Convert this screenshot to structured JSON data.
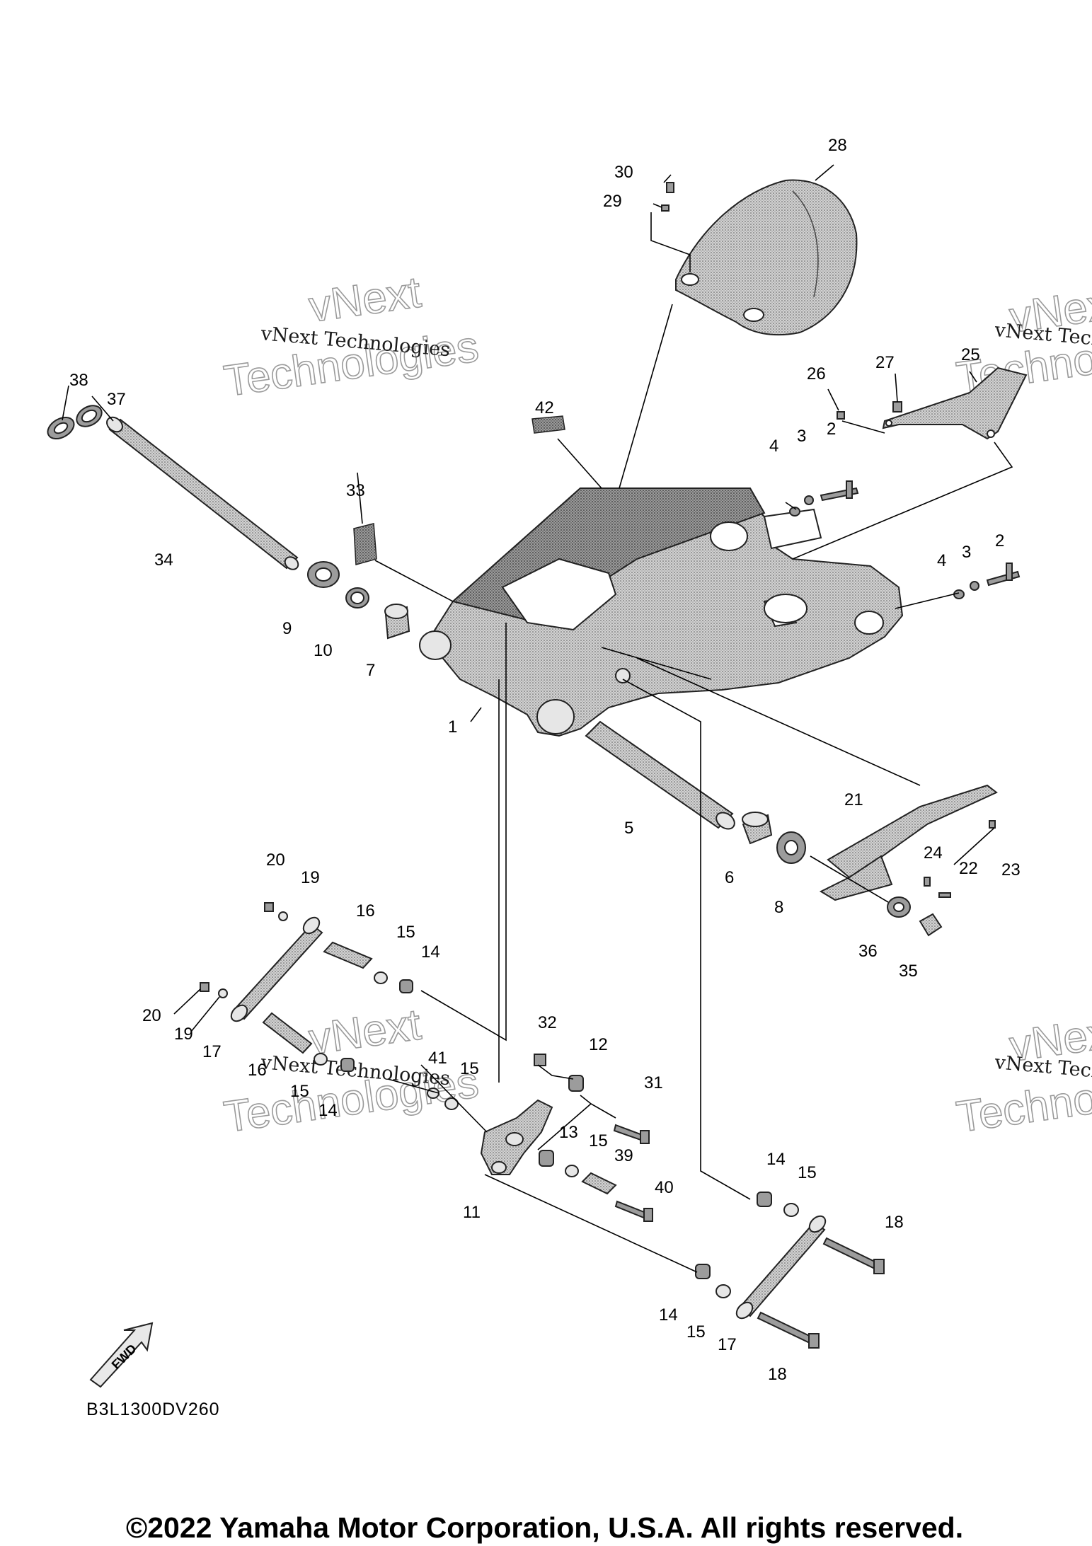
{
  "diagram": {
    "watermark_small": "vNext Technologies",
    "watermark_big_1": "vNext",
    "watermark_big_2": "Technologies",
    "reference_code": "B3L1300DV260",
    "fwd_label": "FWD",
    "copyright": "©2022 Yamaha Motor Corporation, U.S.A. All rights reserved.",
    "callouts": {
      "c1": "1",
      "c2a": "2",
      "c2b": "2",
      "c3a": "3",
      "c3b": "3",
      "c4a": "4",
      "c4b": "4",
      "c5": "5",
      "c6": "6",
      "c7": "7",
      "c8": "8",
      "c9": "9",
      "c10": "10",
      "c11": "11",
      "c12": "12",
      "c13": "13",
      "c14a": "14",
      "c14b": "14",
      "c14c": "14",
      "c14d": "14",
      "c15a": "15",
      "c15b": "15",
      "c15c": "15",
      "c15d": "15",
      "c15e": "15",
      "c15f": "15",
      "c16a": "16",
      "c16b": "16",
      "c17a": "17",
      "c17b": "17",
      "c18a": "18",
      "c18b": "18",
      "c19a": "19",
      "c19b": "19",
      "c20a": "20",
      "c20b": "20",
      "c21": "21",
      "c22": "22",
      "c23": "23",
      "c24": "24",
      "c25": "25",
      "c26": "26",
      "c27": "27",
      "c28": "28",
      "c29": "29",
      "c30": "30",
      "c31": "31",
      "c32": "32",
      "c33": "33",
      "c34": "34",
      "c35": "35",
      "c36": "36",
      "c37": "37",
      "c38": "38",
      "c39": "39",
      "c40": "40",
      "c41": "41",
      "c42": "42"
    }
  }
}
